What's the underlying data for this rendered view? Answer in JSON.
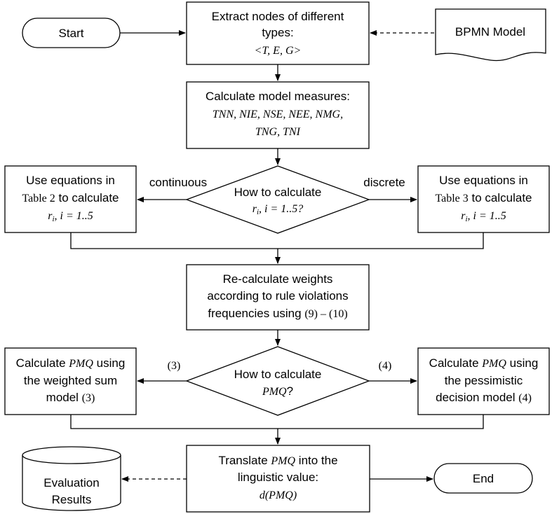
{
  "nodes": {
    "start": {
      "label": "Start"
    },
    "end": {
      "label": "End"
    },
    "bpmn_model": {
      "label": "BPMN Model"
    },
    "extract": {
      "line1": "Extract nodes of different",
      "line2": "types:",
      "line3": "<T, E, G>"
    },
    "measures": {
      "line1": "Calculate model measures:",
      "line2": "TNN, NIE, NSE, NEE, NMG,",
      "line3": "TNG, TNI"
    },
    "decision_r": {
      "line1": "How to calculate",
      "r": "r",
      "sub": "i",
      "rest": ", i = 1..5?"
    },
    "use_table2": {
      "line1": "Use equations in",
      "table": "Table 2",
      "to_calc": " to calculate",
      "r": "r",
      "sub": "i",
      "rest": ", i = 1..5"
    },
    "use_table3": {
      "line1": "Use equations in",
      "table": "Table 3",
      "to_calc": " to calculate",
      "r": "r",
      "sub": "i",
      "rest": ", i = 1..5"
    },
    "recalc": {
      "line1": "Re-calculate weights",
      "line2": "according to rule violations",
      "line3a": "frequencies using ",
      "line3b": "(9) – (10)"
    },
    "decision_pmq": {
      "line1": "How to calculate",
      "pmq": "PMQ",
      "q": "?"
    },
    "calc_weighted": {
      "line1a": "Calculate ",
      "pmq": "PMQ",
      "line1b": " using",
      "line2": "the weighted sum",
      "line3a": "model ",
      "ref": "(3)"
    },
    "calc_pessimistic": {
      "line1a": "Calculate ",
      "pmq": "PMQ",
      "line1b": " using",
      "line2": "the pessimistic",
      "line3a": "decision model ",
      "ref": "(4)"
    },
    "translate": {
      "line1a": "Translate ",
      "pmq": "PMQ",
      "line1b": " into the",
      "line2": "linguistic value:",
      "line3": "d(PMQ)"
    },
    "eval_results": {
      "line1": "Evaluation",
      "line2": "Results"
    }
  },
  "edges": {
    "continuous": "continuous",
    "discrete": "discrete",
    "eq3": "(3)",
    "eq4": "(4)"
  }
}
